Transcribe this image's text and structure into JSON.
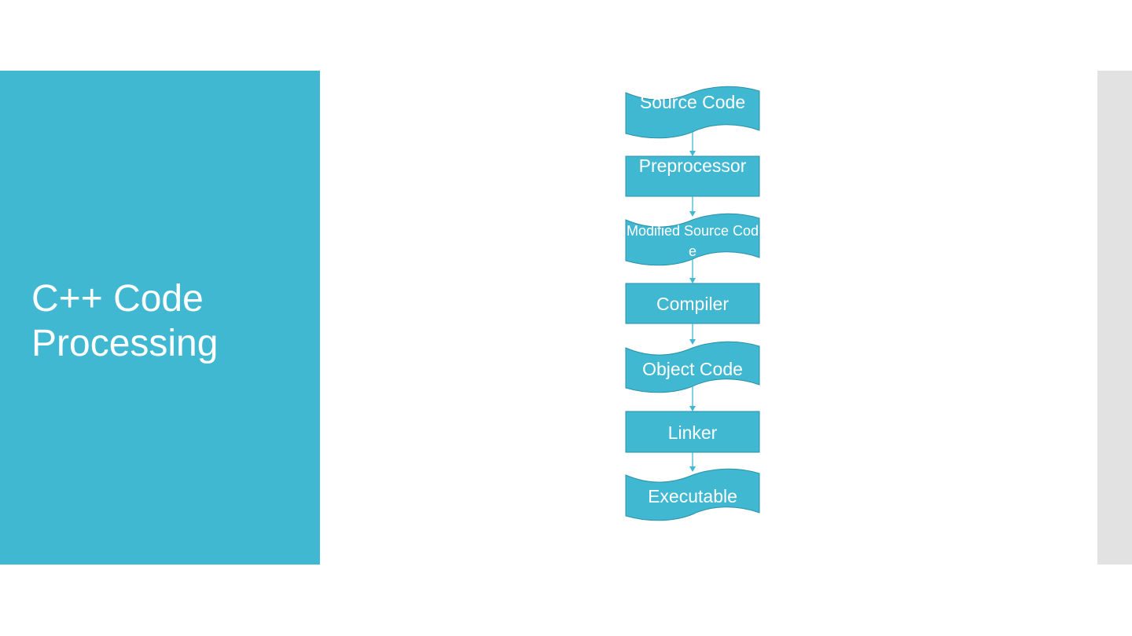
{
  "slide": {
    "title_lines": [
      "C++ Code",
      "Processing"
    ]
  },
  "colors": {
    "accent": "#41b8d1",
    "node_border": "#2a91a8",
    "side_strip": "#e2e2e2",
    "background": "#ffffff"
  },
  "flow": {
    "nodes": [
      {
        "label": "Source Code",
        "shape": "document"
      },
      {
        "label": "Preprocessor",
        "shape": "process"
      },
      {
        "label": "Modified Source Code",
        "shape": "document"
      },
      {
        "label": "Compiler",
        "shape": "process"
      },
      {
        "label": "Object Code",
        "shape": "document"
      },
      {
        "label": "Linker",
        "shape": "process"
      },
      {
        "label": "Executable",
        "shape": "document"
      }
    ]
  }
}
